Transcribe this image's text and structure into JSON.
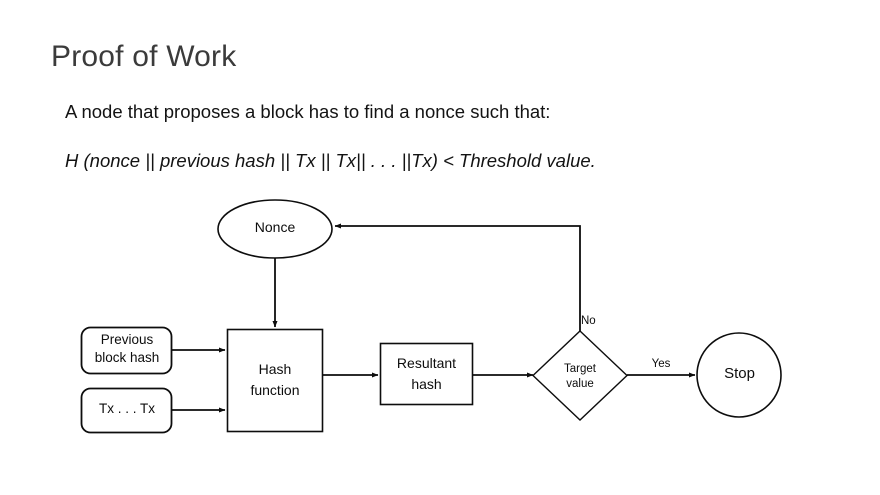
{
  "slide": {
    "title": "Proof of Work",
    "intro_text": "A node that proposes a block has to find a nonce such that:",
    "formula": "H (nonce || previous hash || Tx || Tx|| . . . ||Tx) < Threshold value.",
    "background_color": "#ffffff",
    "title_color": "#3b3b3b",
    "text_color": "#131313",
    "stroke_color": "#0d0d0d"
  },
  "flowchart": {
    "nodes": [
      {
        "id": "nonce",
        "shape": "ellipse",
        "label": "Nonce"
      },
      {
        "id": "previous-block-hash",
        "shape": "rounded-rect",
        "label": "Previous\nblock hash"
      },
      {
        "id": "transactions",
        "shape": "rounded-rect",
        "label": "Tx . . . Tx"
      },
      {
        "id": "hash-function",
        "shape": "rect",
        "label": "Hash\nfunction"
      },
      {
        "id": "resultant-hash",
        "shape": "rect",
        "label": "Resultant\nhash"
      },
      {
        "id": "target-value",
        "shape": "diamond",
        "label": "Target\nvalue"
      },
      {
        "id": "stop",
        "shape": "circle",
        "label": "Stop"
      }
    ],
    "edge_labels": {
      "no": "No",
      "yes": "Yes"
    }
  }
}
